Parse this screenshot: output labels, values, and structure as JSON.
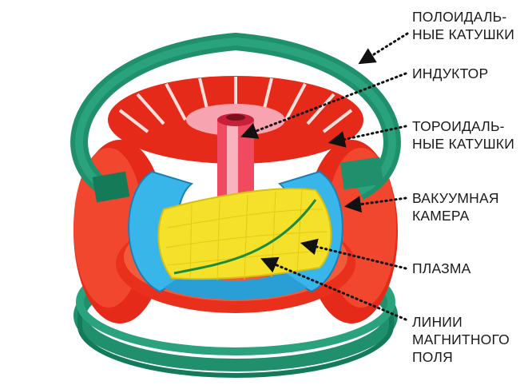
{
  "colors": {
    "poloidal_coils": "#1f8f6c",
    "toroidal_coils": "#f2331f",
    "inductor": "#f04a60",
    "vacuum_chamber": "#38b6ea",
    "plasma": "#f5e12a",
    "field_line": "#1e8a3a",
    "arrow": "#111111"
  },
  "labels": {
    "poloidal": [
      "ПОЛОИДАЛЬ-",
      "НЫЕ КАТУШКИ"
    ],
    "inductor": [
      "ИНДУКТОР"
    ],
    "toroidal": [
      "ТОРОИДАЛЬ-",
      "НЫЕ КАТУШКИ"
    ],
    "vacuum": [
      "ВАКУУМНАЯ",
      "КАМЕРА"
    ],
    "plasma": [
      "ПЛАЗМА"
    ],
    "field_lines": [
      "ЛИНИИ",
      "МАГНИТНОГО",
      "ПОЛЯ"
    ]
  }
}
